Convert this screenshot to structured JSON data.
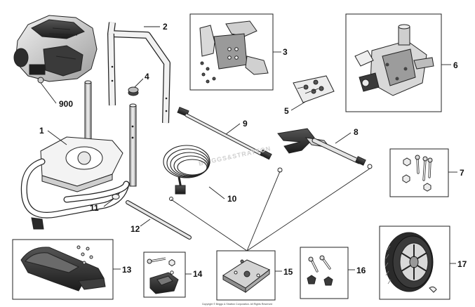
{
  "diagram": {
    "callouts": {
      "p900": "900",
      "p1": "1",
      "p2": "2",
      "p3": "3",
      "p4": "4",
      "p5": "5",
      "p6": "6",
      "p7": "7",
      "p8": "8",
      "p9": "9",
      "p10": "10",
      "p11": "11",
      "p12": "12",
      "p13": "13",
      "p14": "14",
      "p15": "15",
      "p16": "16",
      "p17": "17"
    },
    "watermark": "BRIGGS&STRATTON",
    "copyright": "Copyright © Briggs & Stratton Corporation. All Rights Reserved"
  },
  "colors": {
    "line": "#222222",
    "dark_fill": "#2a2a2a",
    "mid_fill": "#8a8a8a",
    "light_fill": "#d9d9d9",
    "background": "#ffffff"
  }
}
